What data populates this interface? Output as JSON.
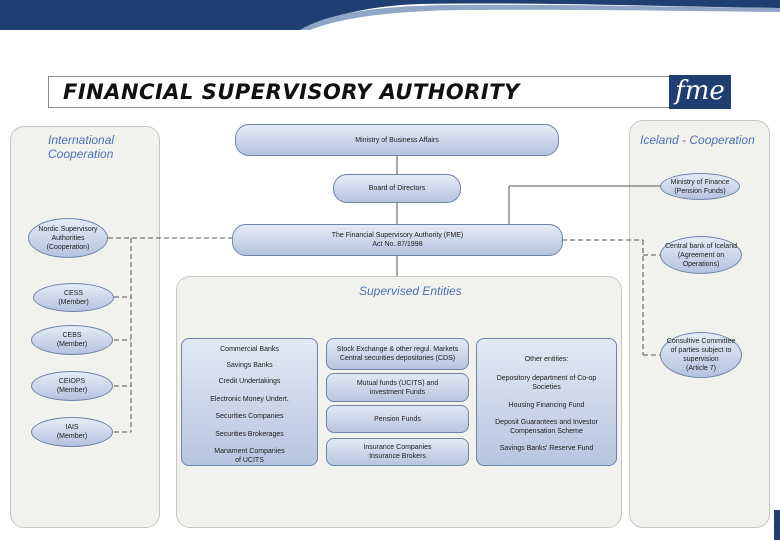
{
  "header": {
    "title": "FINANCIAL SUPERVISORY AUTHORITY",
    "logo_text": "fme"
  },
  "colors": {
    "brand_blue": "#1f3f72",
    "panel_title_blue": "#4a72b5",
    "node_fill": "#c9d5ea",
    "panel_fill": "#f1f2ee"
  },
  "left_panel": {
    "title_line1": "International",
    "title_line2": "Cooperation",
    "nodes": [
      {
        "line1": "Nordic Supervisory",
        "line2": "Authorities",
        "line3": "(Cooperation)"
      },
      {
        "line1": "CESS",
        "line2": "(Member)"
      },
      {
        "line1": "CEBS",
        "line2": "(Member)"
      },
      {
        "line1": "CEIOPS",
        "line2": "(Member)"
      },
      {
        "line1": "IAIS",
        "line2": "(Member)"
      }
    ]
  },
  "right_panel": {
    "title": "Iceland - Cooperation",
    "nodes": [
      {
        "line1": "Ministry of Finance",
        "line2": "(Pension Funds)"
      },
      {
        "line1": "Central bank of Iceland",
        "line2": "(Agreement on",
        "line3": "Operations)"
      },
      {
        "line1": "Consultive Committee",
        "line2": "of parties subject to",
        "line3": "supervision",
        "line4": "(Article 7)"
      }
    ]
  },
  "center": {
    "ministry": "Ministry of Business Affairs",
    "board": "Board of Directors",
    "fsa_line1": "The Financial Supervisory Authority (FME)",
    "fsa_line2": "Act No. 87/1998",
    "supervised_title": "Supervised Entities"
  },
  "entities": {
    "col1": [
      "Commercial Banks",
      "Savings Banks",
      "Credit Undertakings",
      "Electronic Money Undert.",
      "Securities Companies",
      "Securities Brokerages",
      "Manament Companies",
      "of UCITS"
    ],
    "col2": [
      {
        "line1": "Stock Exchange & other regul. Markets",
        "line2": "Central securities depositories (CDS)"
      },
      {
        "line1": "Mutual funds (UCITS) and",
        "line2": "investment Funds"
      },
      {
        "line1": "Pension Funds"
      },
      {
        "line1": "Insurance Companies",
        "line2": "Insurance Brokers"
      }
    ],
    "col3": [
      "Other entities:",
      "Depository department of Co-op",
      "Societies",
      "Housing Financing Fund",
      "Deposit Guarantees and Investor",
      "Compensation Scheme",
      "Savings Banks' Reserve Fund"
    ]
  }
}
